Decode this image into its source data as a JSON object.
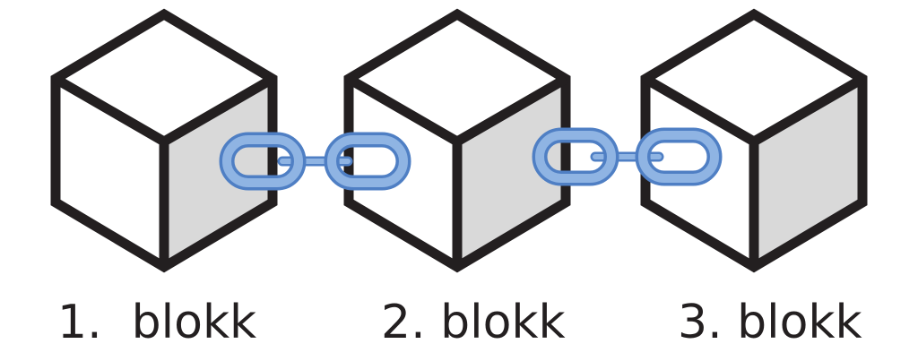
{
  "blocks": [
    {
      "label": "1.  blokk"
    },
    {
      "label": "2. blokk"
    },
    {
      "label": "3. blokk"
    }
  ],
  "colors": {
    "stroke": "#231f20",
    "side_face": "#d9d9d9",
    "chain_fill": "#8fb4e3",
    "chain_stroke": "#4f7fc4"
  }
}
